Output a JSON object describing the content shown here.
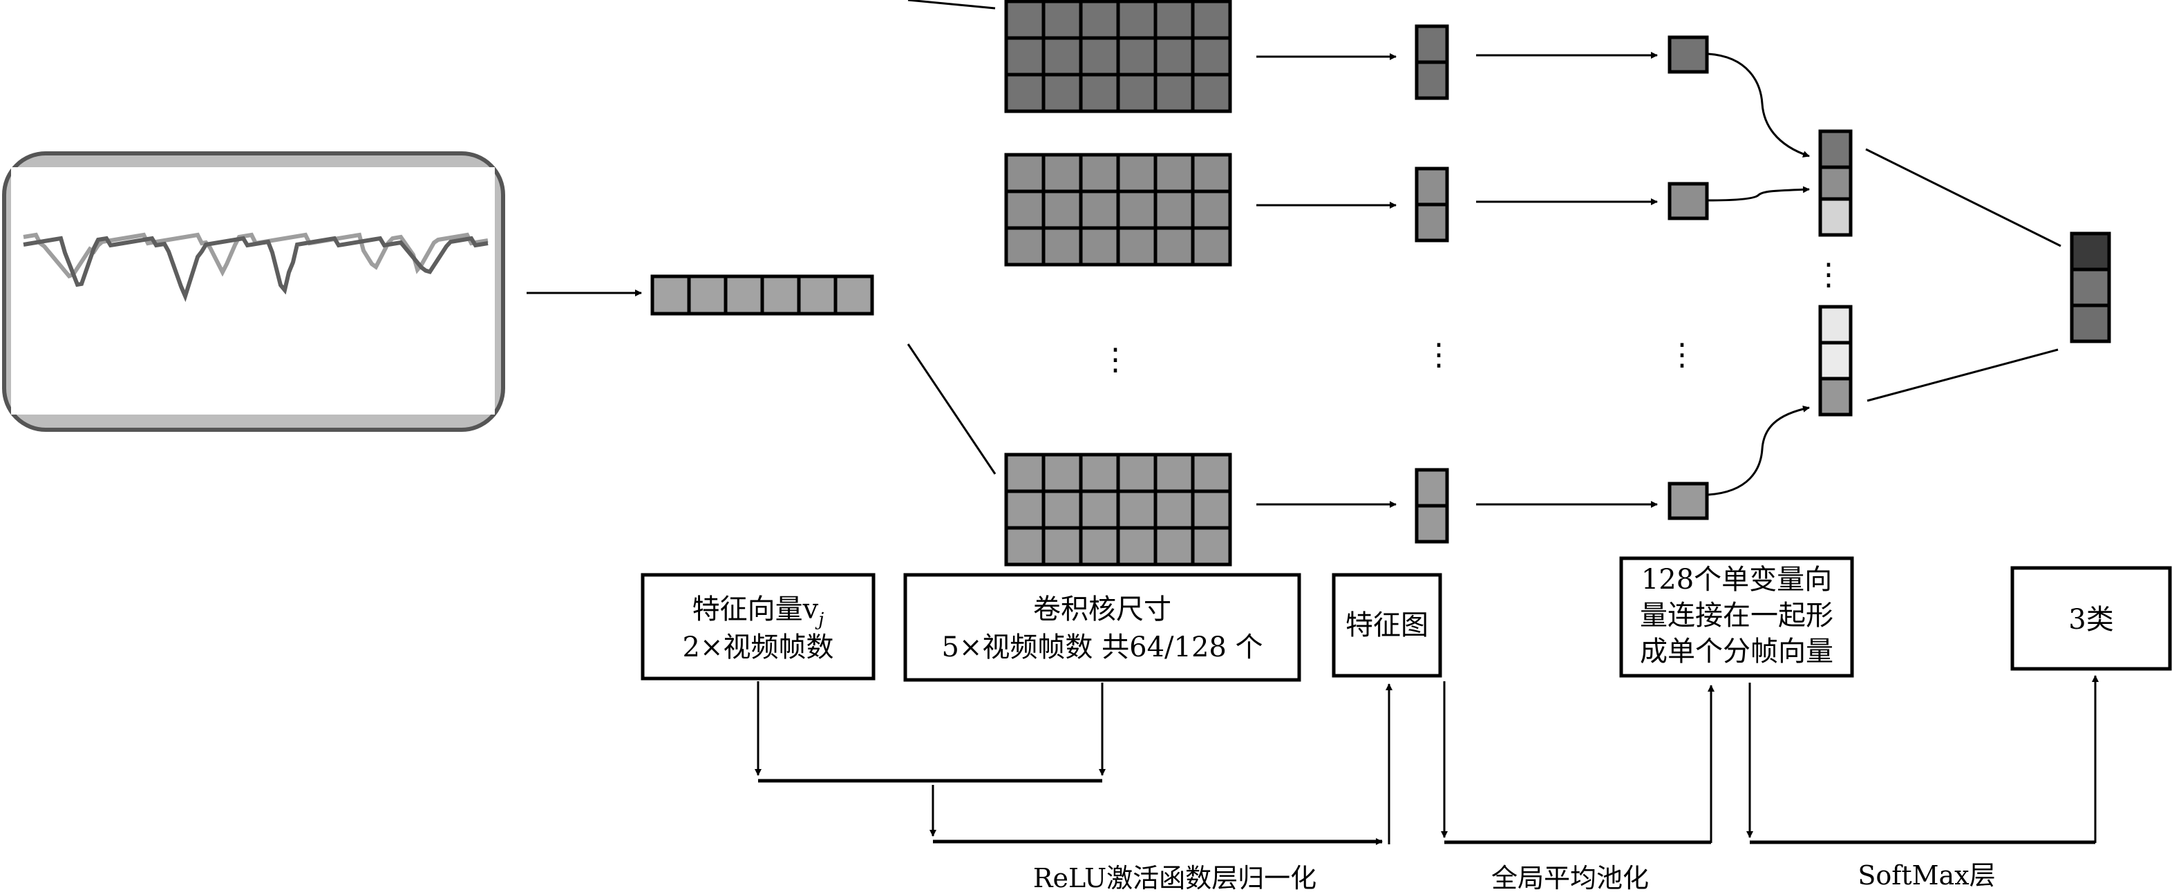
{
  "colors": {
    "stroke": "#000000",
    "frame_border": "#555555",
    "frame_fill": "#bdbdbd",
    "signal_dark": "#5e5e5e",
    "signal_light": "#9e9e9e",
    "input_vector": "#a3a3a3",
    "kernel_dark": "#737373",
    "kernel_mid": "#8e8e8e",
    "kernel_light": "#9a9a9a",
    "pooled_dark": "#737373",
    "pooled_mid": "#8e8e8e",
    "pooled_light": "#9a9a9a",
    "concat": [
      "#767676",
      "#8e8e8e",
      "#d4d4d4",
      "#e8e8e8",
      "#ebebeb",
      "#979797"
    ],
    "output": [
      "#3a3a3a",
      "#747474",
      "#6e6e6e"
    ]
  },
  "labels": {
    "feature_vector": [
      "特征向量v",
      "2×视频帧数"
    ],
    "feature_vector_sub": "j",
    "kernel": [
      "卷积核尺寸",
      "5×视频帧数 共64/128 个"
    ],
    "feature_map": "特征图",
    "concat": [
      "128个单变量向",
      "量连接在一起形",
      "成单个分帧向量"
    ],
    "classes": "3类"
  },
  "steps": {
    "relu": "ReLU激活函数层归一化",
    "gap": "全局平均池化",
    "softmax": "SoftMax层"
  },
  "ellipsis": "⋮"
}
